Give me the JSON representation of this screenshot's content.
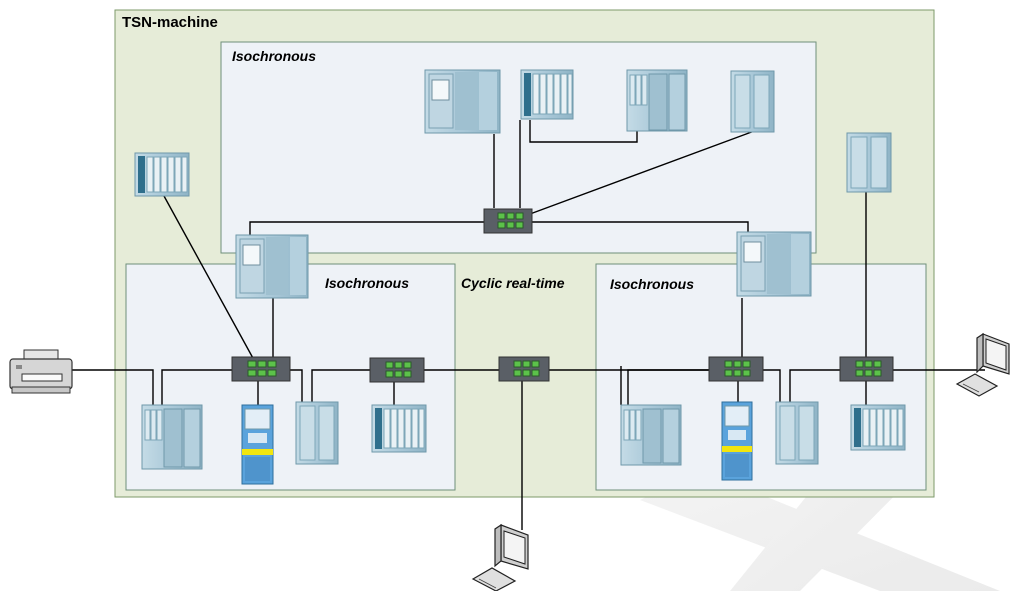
{
  "zones": {
    "machine_label": "TSN-machine",
    "top_label": "Isochronous",
    "left_label": "Isochronous",
    "right_label": "Isochronous",
    "middle_label": "Cyclic real-time"
  },
  "device_icons": {
    "switch": "network-switch-icon",
    "plc": "plc-cpu-icon",
    "io_rack": "io-rack-icon",
    "io_module": "io-module-icon",
    "drive": "drive-icon",
    "printer": "printer-icon",
    "computer": "computer-icon"
  },
  "colors": {
    "machine_fill": "#e6ecd8",
    "machine_border": "#7d9a6a",
    "zone_fill": "#eef2f7",
    "zone_border": "#6f8f7a",
    "device_blue": "#aac9da",
    "switch_body": "#5a5f66",
    "port_green": "#5cc24a",
    "drive_yellow": "#f2e60f",
    "drive_blue": "#5aa3dc"
  }
}
